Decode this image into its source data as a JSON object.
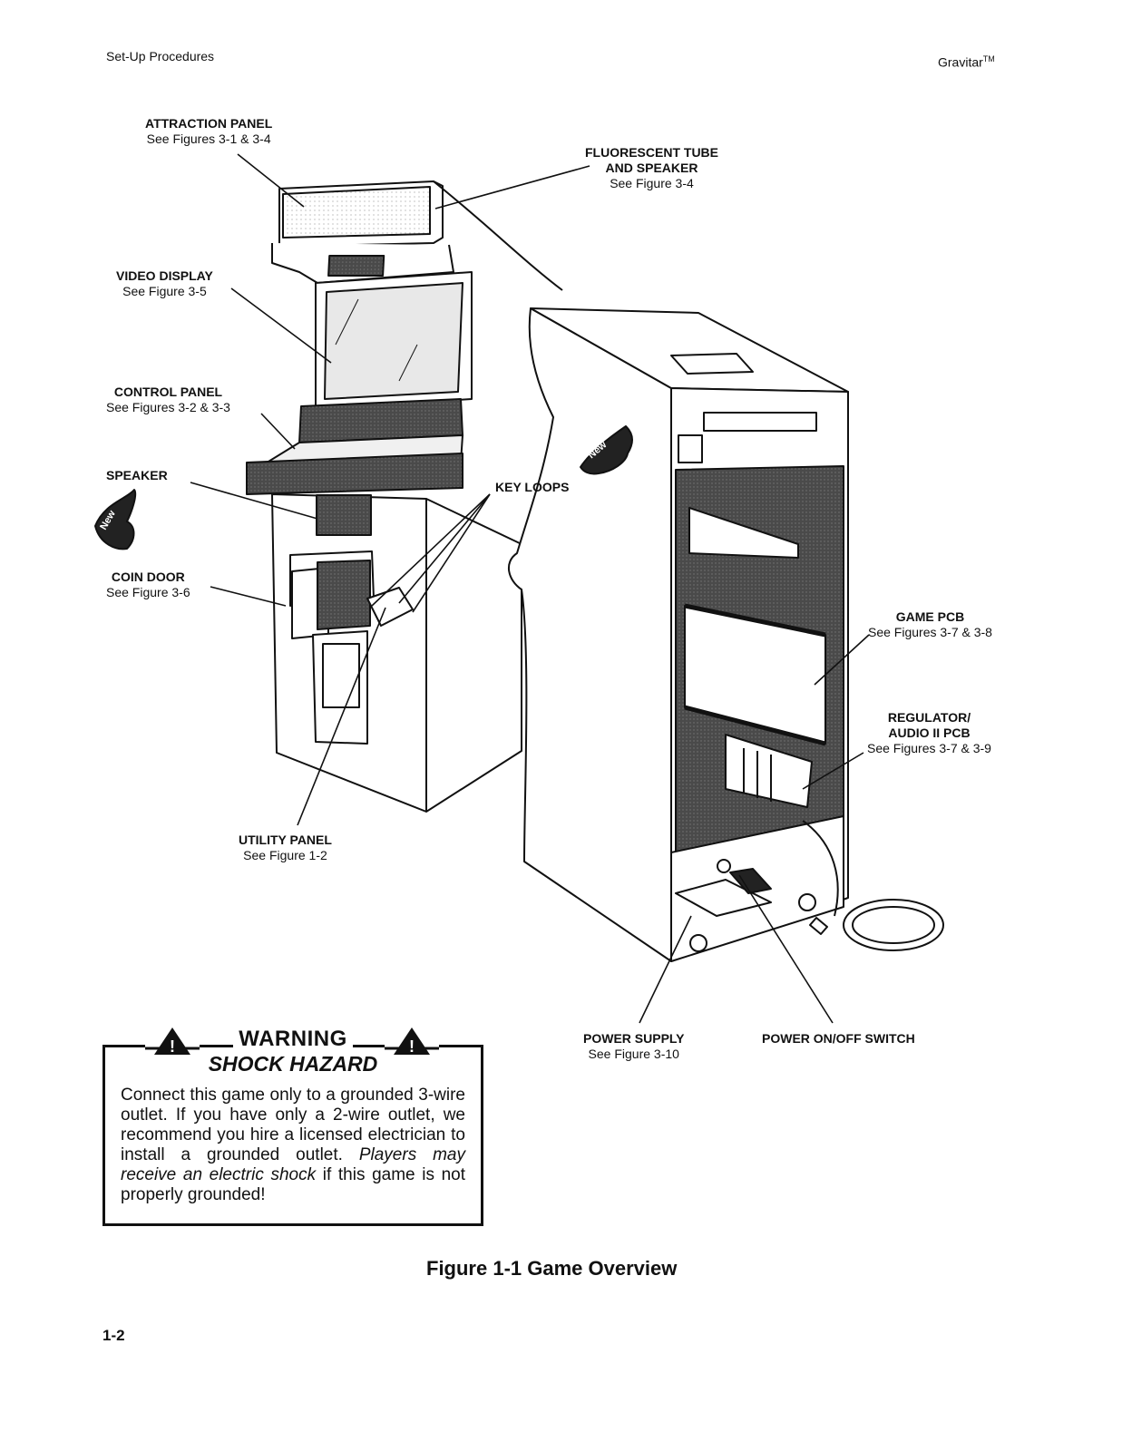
{
  "header": {
    "left": "Set-Up Procedures",
    "right": "Gravitar",
    "right_mark": "TM"
  },
  "labels": {
    "attraction_panel": {
      "title": "ATTRACTION PANEL",
      "sub": "See Figures 3-1 & 3-4"
    },
    "fluorescent_tube": {
      "title1": "FLUORESCENT TUBE",
      "title2": "AND SPEAKER",
      "sub": "See Figure 3-4"
    },
    "video_display": {
      "title": "VIDEO DISPLAY",
      "sub": "See Figure 3-5"
    },
    "control_panel": {
      "title": "CONTROL PANEL",
      "sub": "See Figures 3-2 & 3-3"
    },
    "speaker": {
      "title": "SPEAKER"
    },
    "key_loops": {
      "title": "KEY LOOPS"
    },
    "coin_door": {
      "title": "COIN DOOR",
      "sub": "See Figure 3-6"
    },
    "game_pcb": {
      "title": "GAME PCB",
      "sub": "See Figures 3-7 & 3-8"
    },
    "regulator": {
      "title1": "REGULATOR/",
      "title2": "AUDIO II PCB",
      "sub": "See Figures 3-7 & 3-9"
    },
    "utility_panel": {
      "title": "UTILITY PANEL",
      "sub": "See Figure 1-2"
    },
    "power_supply": {
      "title": "POWER SUPPLY",
      "sub": "See Figure 3-10"
    },
    "power_switch": {
      "title": "POWER ON/OFF SWITCH"
    }
  },
  "badge": "New",
  "warning": {
    "title": "WARNING",
    "subtitle": "SHOCK HAZARD",
    "body": "Connect this game only to a grounded 3-wire outlet. If you have only a 2-wire outlet, we recommend you hire a licensed electrician to install a grounded outlet.",
    "body_italic": "Players may receive an electric shock",
    "body_end": "if this game is not properly grounded!",
    "icon_symbol": "!"
  },
  "caption": "Figure 1-1 Game Overview",
  "page_number": "1-2"
}
